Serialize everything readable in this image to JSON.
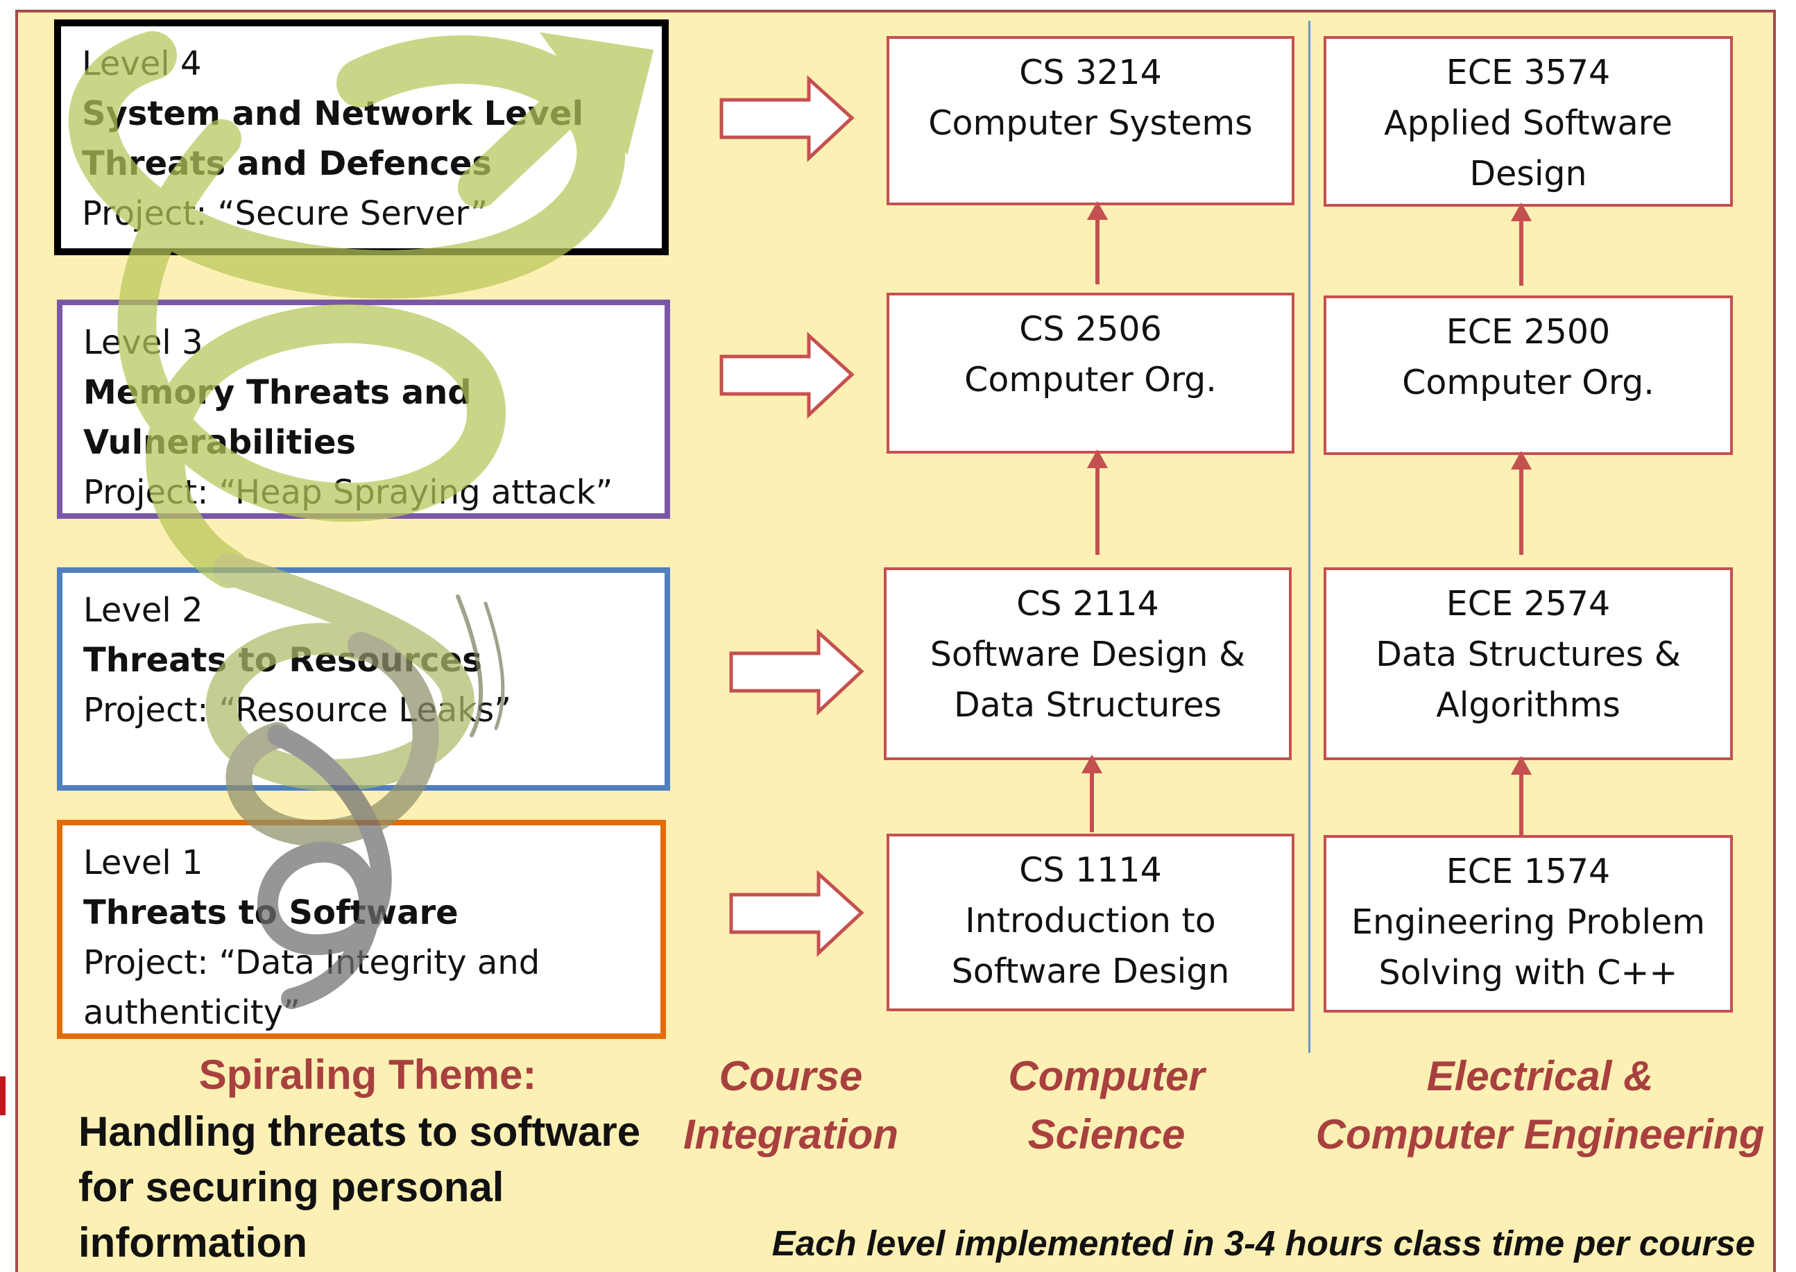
{
  "levels": [
    {
      "head": "Level 4",
      "title": "System and Network Level Threats and Defences",
      "project": "Project: “Secure Server”",
      "border_color": "#000000"
    },
    {
      "head": "Level 3",
      "title": "Memory Threats and Vulnerabilities",
      "project": "Project: “Heap Spraying attack”",
      "border_color": "#7a57a6"
    },
    {
      "head": "Level 2",
      "title": "Threats to Resources",
      "project": "Project: “Resource Leaks”",
      "border_color": "#4f7fbd"
    },
    {
      "head": "Level 1",
      "title": "Threats to Software",
      "project": "Project: “Data Integrity and authenticity”",
      "border_color": "#e36c0a"
    }
  ],
  "cs_courses": [
    {
      "code": "CS 3214",
      "name_lines": [
        "Computer Systems"
      ]
    },
    {
      "code": "CS 2506",
      "name_lines": [
        "Computer Org."
      ]
    },
    {
      "code": "CS 2114",
      "name_lines": [
        "Software Design &",
        "Data Structures"
      ]
    },
    {
      "code": "CS 1114",
      "name_lines": [
        "Introduction to",
        "Software Design"
      ]
    }
  ],
  "ece_courses": [
    {
      "code": "ECE 3574",
      "name_lines": [
        "Applied Software",
        "Design"
      ]
    },
    {
      "code": "ECE 2500",
      "name_lines": [
        "Computer Org."
      ]
    },
    {
      "code": "ECE 2574",
      "name_lines": [
        "Data Structures &",
        "Algorithms"
      ]
    },
    {
      "code": "ECE 1574",
      "name_lines": [
        "Engineering Problem",
        "Solving with C++"
      ]
    }
  ],
  "labels": {
    "course_integration": [
      "Course",
      "Integration"
    ],
    "computer_science": [
      "Computer",
      "Science"
    ],
    "ece": [
      "Electrical &",
      "Computer Engineering"
    ]
  },
  "theme": {
    "title": "Spiraling Theme:",
    "body": "Handling threats to software for securing personal information"
  },
  "footnote": "Each level implemented in 3-4 hours class time per course",
  "colors": {
    "panel_background": "#fdf0b4",
    "panel_border": "#a64b4b",
    "course_border": "#c55050",
    "arrow": "#c55050",
    "label_red": "#a8403f",
    "spiral_green": "#b7c75a",
    "spiral_grey": "#6f6f6f"
  },
  "icons": {
    "integration_arrow": "hollow-right-arrow",
    "prerequisite_arrow": "up-arrow"
  }
}
